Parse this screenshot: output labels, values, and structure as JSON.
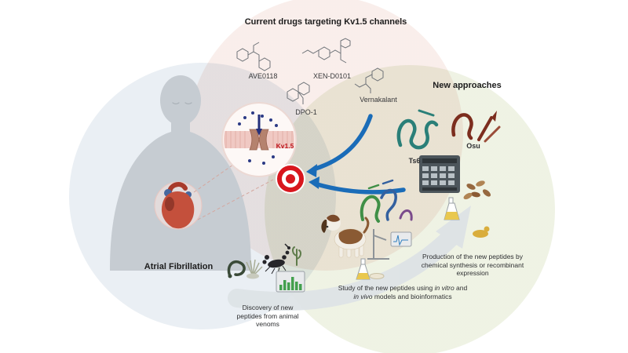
{
  "titles": {
    "drugs": "Current drugs targeting Kv1.5 channels",
    "new_approaches": "New approaches",
    "atrial_fibrillation": "Atrial Fibrillation"
  },
  "drug_labels": {
    "ave0118": "AVE0118",
    "xen_d0101": "XEN-D0101",
    "dpo1": "DPO-1",
    "vernakalant": "Vernakalant"
  },
  "peptide_labels": {
    "ts6": "Ts6",
    "osu": "Osu"
  },
  "channel_label": "Kv1.5",
  "captions": {
    "discovery": "Discovery of new peptides from animal venoms",
    "study": {
      "p1": "Study of the new peptides using ",
      "i1": "in vitro",
      "p2": " and ",
      "i2": "in vivo",
      "p3": " models and bioinformatics"
    },
    "production": "Production of the new peptides by chemical synthesis or recombinant expression"
  },
  "colors": {
    "circle_atrial_fibrillation": "#e9eef3",
    "circle_current_drugs": "#f9edea",
    "circle_new_approaches": "#eef2e3",
    "arrow_blue": "#1a6cb8",
    "target_red": "#d8161d",
    "kv15_label": "#c01820",
    "swoosh_gray": "#dde2e6",
    "ts6_teal": "#2a7f78",
    "osu_dark_red": "#7c2d1e",
    "membrane_pink": "#f0c9c3",
    "heart_red": "#c4503c"
  },
  "icons": [
    "human-figure",
    "heart-icon",
    "heart-zoom-circle",
    "membrane-channel-inset",
    "ion-arrow-icon",
    "target-icon",
    "blue-arrow-drugs",
    "blue-arrow-new",
    "gray-swoosh-arrow",
    "chem-structure-ave0118",
    "chem-structure-xen-d0101",
    "chem-structure-dpo1",
    "chem-structure-vernakalant",
    "protein-ribbon-ts6",
    "protein-ribbon-osu",
    "snake-icon",
    "anemone-icon",
    "scorpion-icon",
    "plant-icon",
    "histogram-monitor-icon",
    "beagle-icon",
    "protein-ribbons-study",
    "patch-rig-icon",
    "flask-icon",
    "petri-dish-icon",
    "synthesizer-machine-icon",
    "capsules-icon",
    "production-flask-icon",
    "person-curled-icon"
  ]
}
